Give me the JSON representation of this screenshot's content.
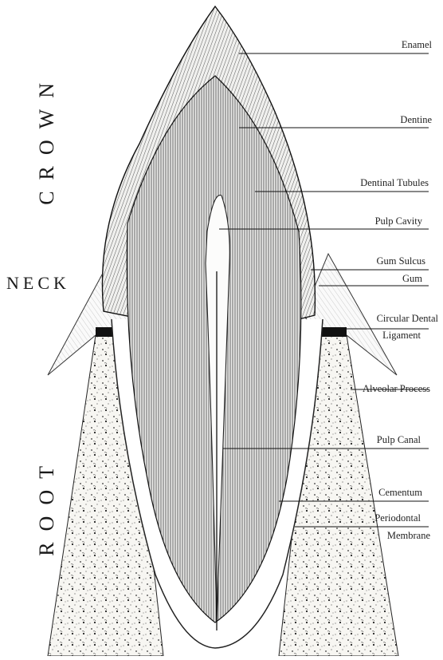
{
  "regions": {
    "crown": "CROWN",
    "neck": "NECK",
    "root": "ROOT"
  },
  "labels": [
    {
      "id": "enamel",
      "text": "Enamel"
    },
    {
      "id": "dentine",
      "text": "Dentine"
    },
    {
      "id": "dentinal-tubules",
      "text": "Dentinal Tubules"
    },
    {
      "id": "pulp-cavity",
      "text": "Pulp Cavity"
    },
    {
      "id": "gum-sulcus",
      "text": "Gum Sulcus"
    },
    {
      "id": "gum",
      "text": "Gum"
    },
    {
      "id": "circular-dental",
      "text": "Circular Dental"
    },
    {
      "id": "ligament",
      "text": "Ligament"
    },
    {
      "id": "alveolar-process",
      "text": "Alveolar Process"
    },
    {
      "id": "pulp-canal",
      "text": "Pulp Canal"
    },
    {
      "id": "cementum",
      "text": "Cementum"
    },
    {
      "id": "periodontal",
      "text": "Periodontal"
    },
    {
      "id": "membrane",
      "text": "Membrane"
    }
  ]
}
